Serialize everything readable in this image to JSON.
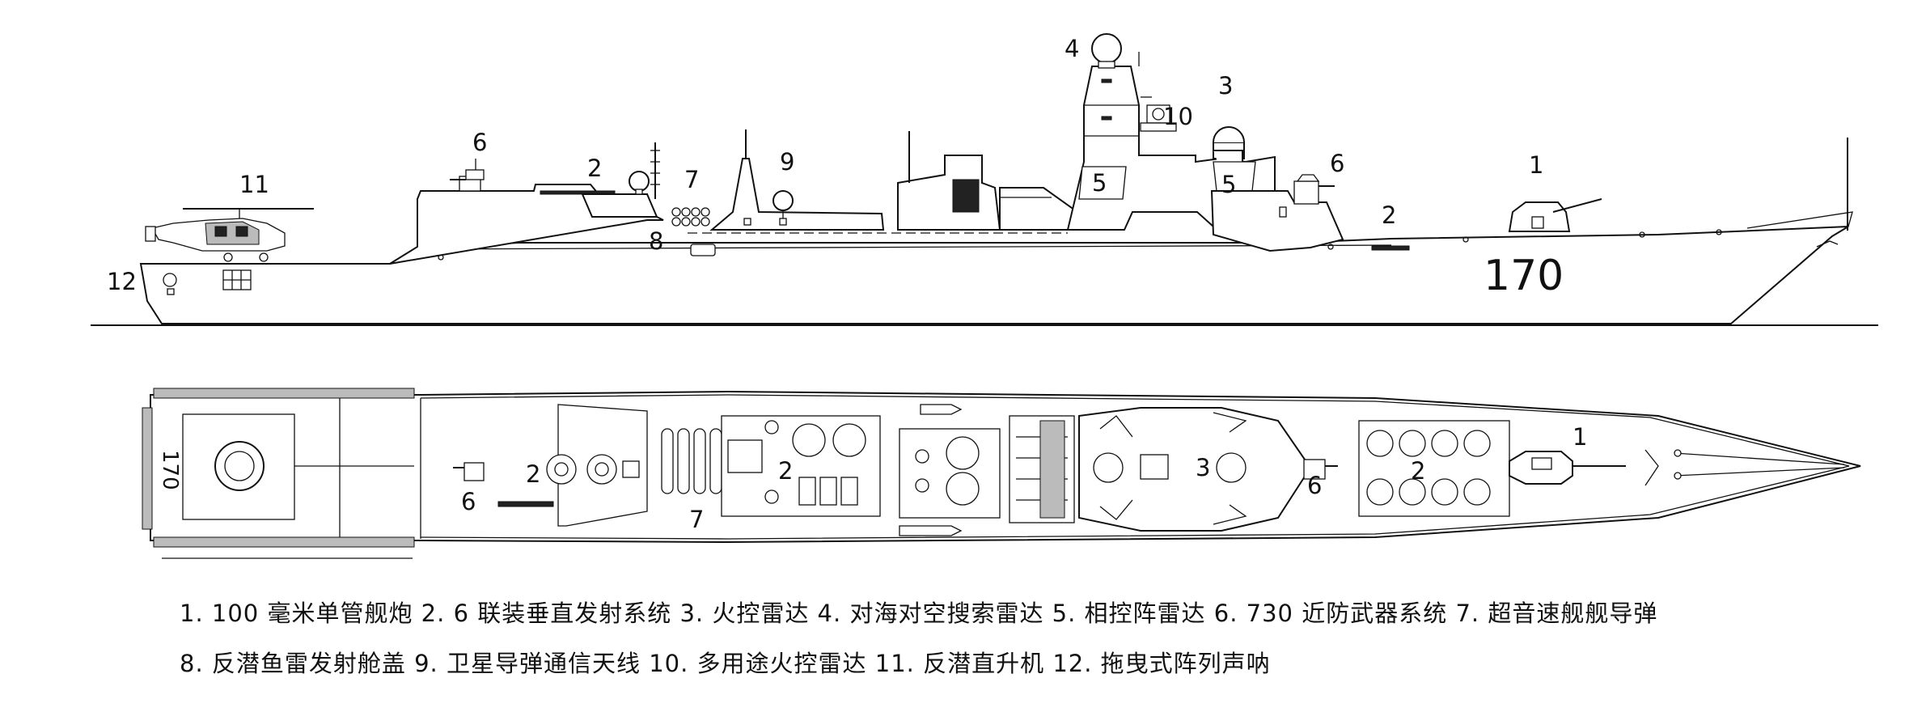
{
  "side_view": {
    "hull_number": "170",
    "callouts": [
      {
        "id": "1",
        "text": "1"
      },
      {
        "id": "2a",
        "text": "2"
      },
      {
        "id": "2b",
        "text": "2"
      },
      {
        "id": "3",
        "text": "3"
      },
      {
        "id": "4",
        "text": "4"
      },
      {
        "id": "5a",
        "text": "5"
      },
      {
        "id": "5b",
        "text": "5"
      },
      {
        "id": "6a",
        "text": "6"
      },
      {
        "id": "6b",
        "text": "6"
      },
      {
        "id": "7",
        "text": "7"
      },
      {
        "id": "8",
        "text": "8"
      },
      {
        "id": "9",
        "text": "9"
      },
      {
        "id": "10",
        "text": "10"
      },
      {
        "id": "11",
        "text": "11"
      },
      {
        "id": "12",
        "text": "12"
      }
    ]
  },
  "top_view": {
    "hull_number": "170",
    "callouts": [
      {
        "id": "1",
        "text": "1"
      },
      {
        "id": "2a",
        "text": "2"
      },
      {
        "id": "2b",
        "text": "2"
      },
      {
        "id": "2c",
        "text": "2"
      },
      {
        "id": "3",
        "text": "3"
      },
      {
        "id": "6a",
        "text": "6"
      },
      {
        "id": "6b",
        "text": "6"
      },
      {
        "id": "7",
        "text": "7"
      }
    ]
  },
  "legend": {
    "line1": "1. 100 毫米单管舰炮  2. 6 联装垂直发射系统  3. 火控雷达  4. 对海对空搜索雷达  5. 相控阵雷达  6. 730 近防武器系统  7. 超音速舰舰导弹",
    "line2": "8. 反潜鱼雷发射舱盖  9. 卫星导弹通信天线  10. 多用途火控雷达  11. 反潜直升机  12. 拖曳式阵列声呐"
  }
}
